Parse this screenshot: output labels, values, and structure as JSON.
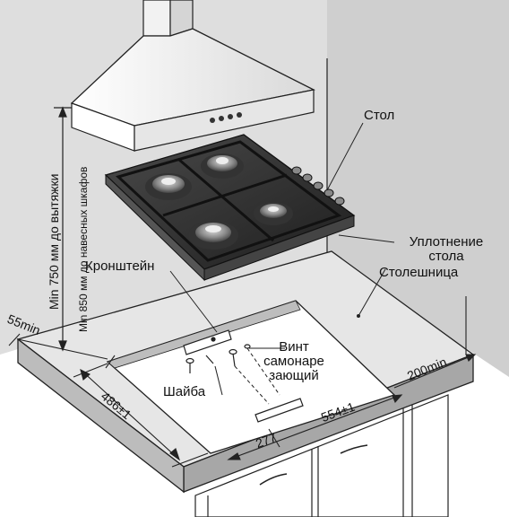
{
  "labels": {
    "table": "Стол",
    "seal_line1": "Уплотнение",
    "seal_line2": "стола",
    "bracket": "Кронштейн",
    "countertop": "Столешница",
    "screw_line1": "Винт",
    "screw_line2": "самонаре",
    "screw_line3": "зающий",
    "washer": "Шайба"
  },
  "dimensions": {
    "hood_min": "Min 750 мм до вытяжки",
    "cabinet_min": "Min 850 мм до навесных шкафов",
    "left_edge": "55min",
    "depth": "486±1",
    "width": "554±1",
    "half_width": "277",
    "right_edge": "200min"
  },
  "colors": {
    "line": "#222222",
    "wall_gray": "#d6d6d6",
    "counter_top": "#e4e4e4",
    "counter_edge": "#a9a9a9",
    "glass": "#2f2f2f",
    "hood": "#f4f4f4"
  }
}
